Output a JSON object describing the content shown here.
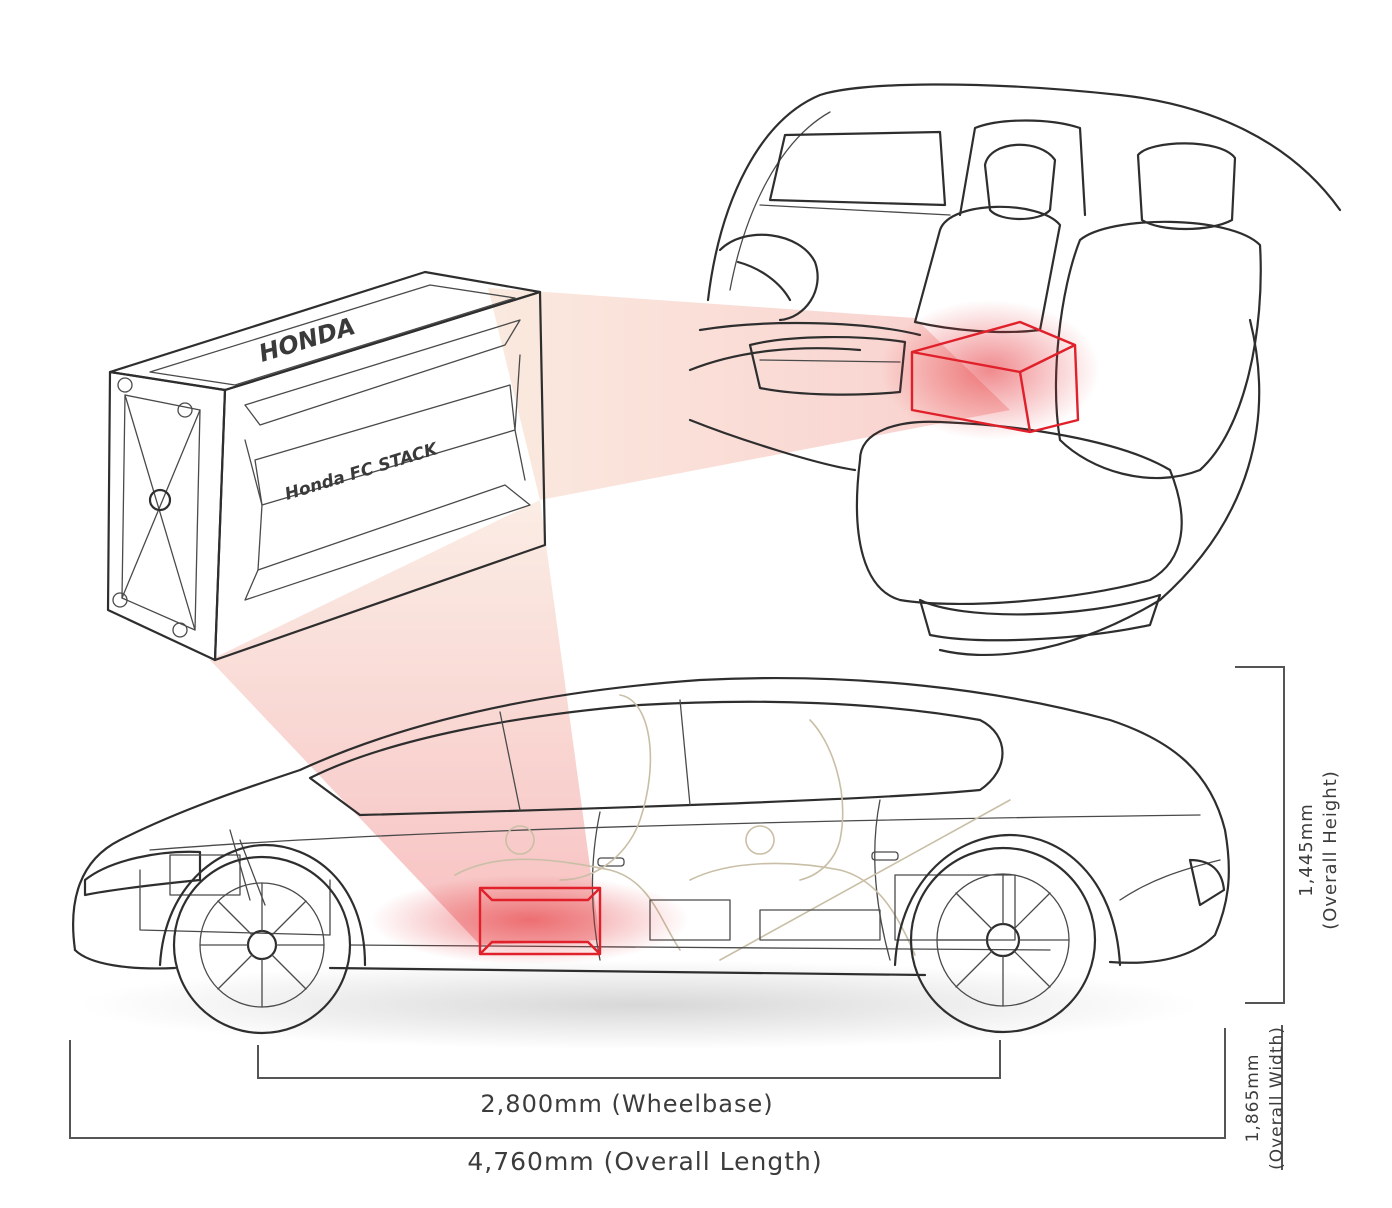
{
  "labels": {
    "wheelbase": "2,800mm (Wheelbase)",
    "overall_length": "4,760mm (Overall Length)",
    "overall_height_value": "1,445mm",
    "overall_height_caption": "(Overall Height)",
    "overall_width_value": "1,865mm",
    "overall_width_caption": "(Overall Width)"
  },
  "stack_markings": {
    "brand": "HONDA",
    "product": "Honda FC STACK"
  },
  "colors": {
    "highlight_red": "#e0202a",
    "seat_beige": "#e5dcc7",
    "beam_peach": "#f8d9c8",
    "sketch_ink": "#2e2e2e"
  }
}
